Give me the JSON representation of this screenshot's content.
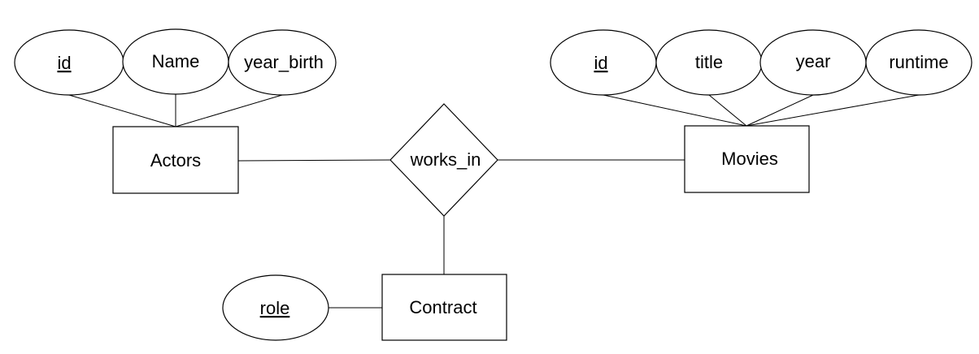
{
  "diagram": {
    "entities": {
      "actors": "Actors",
      "movies": "Movies",
      "contract": "Contract"
    },
    "relationship": "works_in",
    "actor_attributes": {
      "id": "id",
      "name": "Name",
      "year_birth": "year_birth"
    },
    "movie_attributes": {
      "id": "id",
      "title": "title",
      "year": "year",
      "runtime": "runtime"
    },
    "contract_attributes": {
      "role": "role"
    },
    "key_attributes": [
      "actors.id",
      "movies.id",
      "contract.role"
    ]
  }
}
